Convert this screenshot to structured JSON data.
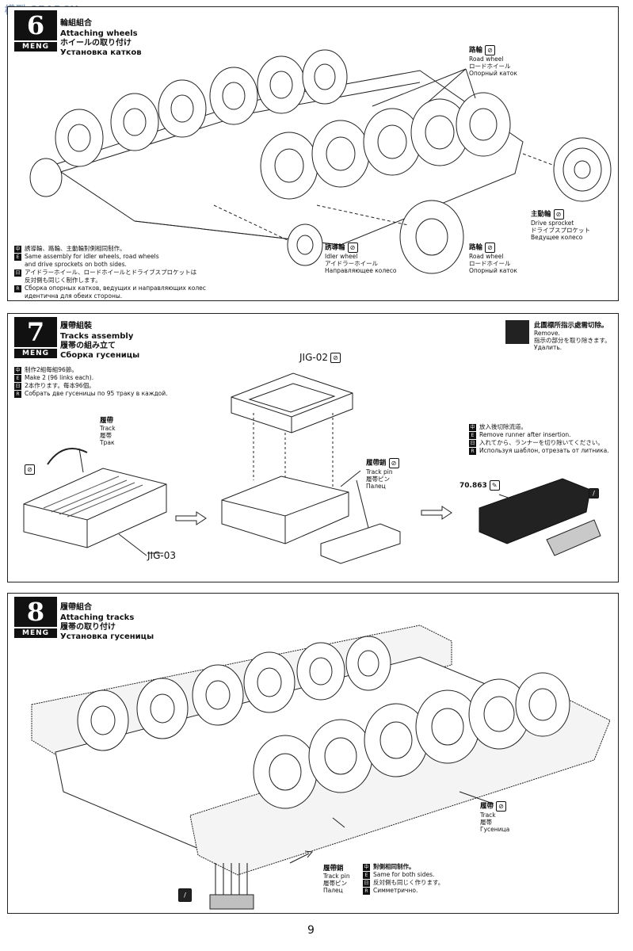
{
  "watermark": "模型 SEARCH",
  "page_number": "9",
  "brand": "MENG",
  "step6": {
    "number": "6",
    "title_zh": "輪組組合",
    "title_en": "Attaching wheels",
    "title_ja": "ホイールの取り付け",
    "title_ru": "Установка катков",
    "road_wheel_top": {
      "zh": "路輪",
      "en": "Road wheel",
      "ja": "ロードホイール",
      "ru": "Опорный каток"
    },
    "drive_sprocket": {
      "zh": "主動輪",
      "en": "Drive sprocket",
      "ja": "ドライブスプロケット",
      "ru": "Ведущее колесо"
    },
    "idler_wheel": {
      "zh": "誘導輪",
      "en": "Idler wheel",
      "ja": "アイドラーホイール",
      "ru": "Направляющее колесо"
    },
    "road_wheel_bottom": {
      "zh": "路輪",
      "en": "Road wheel",
      "ja": "ロードホイール",
      "ru": "Опорный каток"
    },
    "notes": [
      "誘導輪、路輪、主動輪對側相同制作。",
      "Same assembly for idler wheels, road wheels",
      "and drive sprockets on both sides.",
      "アイドラーホイール、ロードホイールとドライブスプロケットは",
      "反対側も同じく制作します。",
      "Сборка опорных катков, ведущих и направляющих колес",
      "идентична для обеих стороны."
    ]
  },
  "step7": {
    "number": "7",
    "title_zh": "履帶組裝",
    "title_en": "Tracks assembly",
    "title_ja": "履帯の組み立て",
    "title_ru": "Сборка гусеницы",
    "cut_notice": [
      "此圖標所指示處需切除。",
      "Remove.",
      "指示の部分を取り除きます。",
      "Удалить."
    ],
    "make_notes": [
      "制作2組每組96節。",
      "Make 2 (96 links each).",
      "2本作ります。每本96個。",
      "Собрать две гусеницы по 95 траку в каждой."
    ],
    "track": {
      "zh": "履帶",
      "en": "Track",
      "ja": "履帯",
      "ru": "Трак"
    },
    "track_pin": {
      "zh": "履帶銷",
      "en": "Track pin",
      "ja": "履帯ピン",
      "ru": "Палец"
    },
    "jig02": "JIG-02",
    "jig03": "JIG-03",
    "runner_notes": [
      "放入後切除流道。",
      "Remove runner after insertion.",
      "入れてから、ランナーを切り除いてください。",
      "Используя шаблон, отрезать от литника."
    ],
    "paint_code": "70.863"
  },
  "step8": {
    "number": "8",
    "title_zh": "履帶組合",
    "title_en": "Attaching tracks",
    "title_ja": "履帯の取り付け",
    "title_ru": "Установка гусеницы",
    "track": {
      "zh": "履帶",
      "en": "Track",
      "ja": "履帯",
      "ru": "Гусеница"
    },
    "track_pin": {
      "zh": "履帶銷",
      "en": "Track pin",
      "ja": "履帯ピン",
      "ru": "Палец"
    },
    "same_notes": [
      "對側相同制作。",
      "Same for both sides.",
      "反対側も同じく作ります。",
      "Симметрично."
    ]
  },
  "icons": {
    "remove": "remove-circle-icon",
    "cement": "glue-icon",
    "cut": "cut-icon",
    "paint": "paint-brush-icon"
  }
}
